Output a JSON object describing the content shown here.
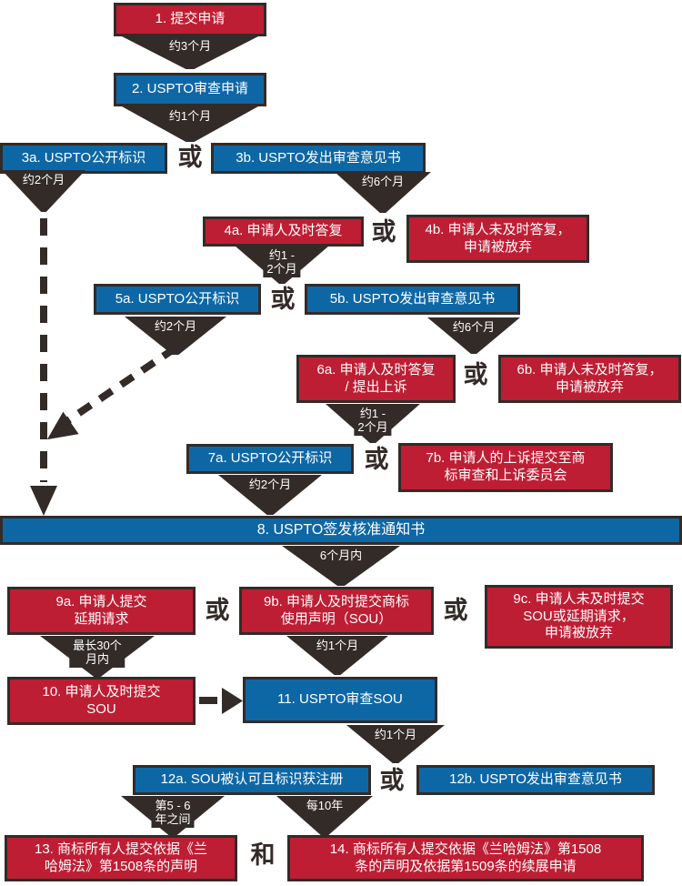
{
  "colors": {
    "red": "#be1e33",
    "blue": "#0e67a5",
    "dark": "#332b28"
  },
  "glyphs": {
    "or": "或",
    "and": "和"
  },
  "boxes": {
    "b1": {
      "label": "1. 提交申请",
      "color": "red"
    },
    "b2": {
      "label": "2. USPTO审查申请",
      "color": "blue"
    },
    "b3a": {
      "label": "3a. USPTO公开标识",
      "color": "blue"
    },
    "b3b": {
      "label": "3b. USPTO发出审查意见书",
      "color": "blue"
    },
    "b4a": {
      "label": "4a. 申请人及时答复",
      "color": "red"
    },
    "b4b": {
      "label": "4b. 申请人未及时答复，\n申请被放弃",
      "color": "red"
    },
    "b5a": {
      "label": "5a. USPTO公开标识",
      "color": "blue"
    },
    "b5b": {
      "label": "5b. USPTO发出审查意见书",
      "color": "blue"
    },
    "b6a": {
      "label": "6a. 申请人及时答复\n/ 提出上诉",
      "color": "red"
    },
    "b6b": {
      "label": "6b. 申请人未及时答复，\n申请被放弃",
      "color": "red"
    },
    "b7a": {
      "label": "7a. USPTO公开标识",
      "color": "blue"
    },
    "b7b": {
      "label": "7b. 申请人的上诉提交至商\n标审查和上诉委员会",
      "color": "red"
    },
    "b8": {
      "label": "8. USPTO签发核准通知书",
      "color": "blue"
    },
    "b9a": {
      "label": "9a. 申请人提交\n延期请求",
      "color": "red"
    },
    "b9b": {
      "label": "9b. 申请人及时提交商标\n使用声明（SOU）",
      "color": "red"
    },
    "b9c": {
      "label": "9c. 申请人未及时提交\nSOU或延期请求，\n申请被放弃",
      "color": "red"
    },
    "b10": {
      "label": "10. 申请人及时提交\nSOU",
      "color": "red"
    },
    "b11": {
      "label": "11. USPTO审查SOU",
      "color": "blue"
    },
    "b12a": {
      "label": "12a. SOU被认可且标识获注册",
      "color": "blue"
    },
    "b12b": {
      "label": "12b. USPTO发出审查意见书",
      "color": "blue"
    },
    "b13": {
      "label": "13. 商标所有人提交依据《兰\n哈姆法》第1508条的声明",
      "color": "red"
    },
    "b14": {
      "label": "14. 商标所有人提交依据《兰哈姆法》第1508\n条的声明及依据第1509条的续展申请",
      "color": "red"
    }
  },
  "arrows": {
    "a1": {
      "label": "约3个月"
    },
    "a2": {
      "label": "约1个月"
    },
    "a3a": {
      "label": "约2个月"
    },
    "a3b": {
      "label": "约6个月"
    },
    "a4a": {
      "label": "约1 -\n2个月"
    },
    "a5a": {
      "label": "约2个月"
    },
    "a5b": {
      "label": "约6个月"
    },
    "a6a": {
      "label": "约1 -\n2个月"
    },
    "a7a": {
      "label": "约2个月"
    },
    "a8": {
      "label": "6个月内"
    },
    "a9a": {
      "label": "最长30个\n月内"
    },
    "a9b": {
      "label": "约1个月"
    },
    "a11": {
      "label": "约1个月"
    },
    "a12l": {
      "label": "第5 - 6\n年之间"
    },
    "a12r": {
      "label": "每10年"
    }
  }
}
